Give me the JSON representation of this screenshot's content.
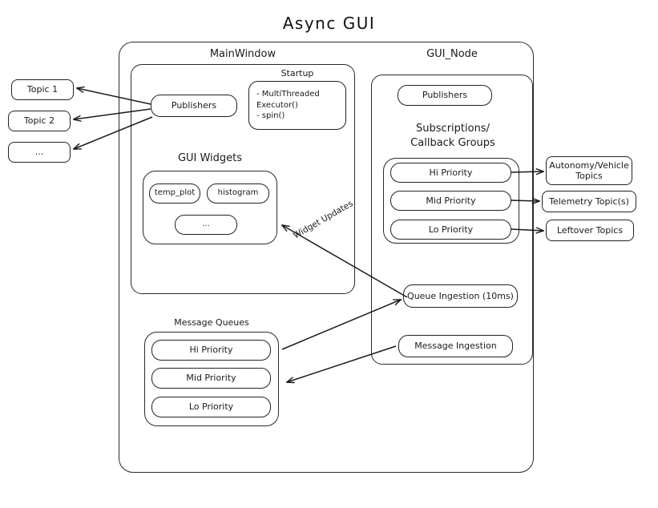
{
  "diagram": {
    "title": "Async  GUI",
    "background": "#ffffff",
    "stroke": "#222222"
  },
  "external_topics": {
    "left": [
      {
        "label": "Topic 1"
      },
      {
        "label": "Topic 2"
      },
      {
        "label": "..."
      }
    ],
    "right": [
      {
        "label": "Autonomy/Vehicle\nTopics"
      },
      {
        "label": "Telemetry Topic(s)"
      },
      {
        "label": "Leftover Topics"
      }
    ]
  },
  "main_window": {
    "caption": "MainWindow",
    "publishers": {
      "label": "Publishers"
    },
    "startup": {
      "caption": "Startup",
      "lines": "- MultiThreaded\n  Executor()\n- spin()"
    },
    "gui_widgets": {
      "caption": "GUI Widgets",
      "widgets": [
        {
          "label": "temp_plot"
        },
        {
          "label": "histogram"
        },
        {
          "label": "..."
        }
      ]
    },
    "message_queues": {
      "caption": "Message Queues",
      "queues": [
        {
          "label": "Hi Priority"
        },
        {
          "label": "Mid Priority"
        },
        {
          "label": "Lo Priority"
        }
      ]
    }
  },
  "gui_node": {
    "caption": "GUI_Node",
    "publishers": {
      "label": "Publishers"
    },
    "subscriptions": {
      "caption": "Subscriptions/\nCallback Groups",
      "groups": [
        {
          "label": "Hi Priority"
        },
        {
          "label": "Mid Priority"
        },
        {
          "label": "Lo Priority"
        }
      ]
    },
    "queue_ingestion": {
      "label": "Queue Ingestion (10ms)"
    },
    "message_ingestion": {
      "label": "Message Ingestion"
    }
  },
  "edges": {
    "widget_updates_label": "Widget Updates"
  }
}
